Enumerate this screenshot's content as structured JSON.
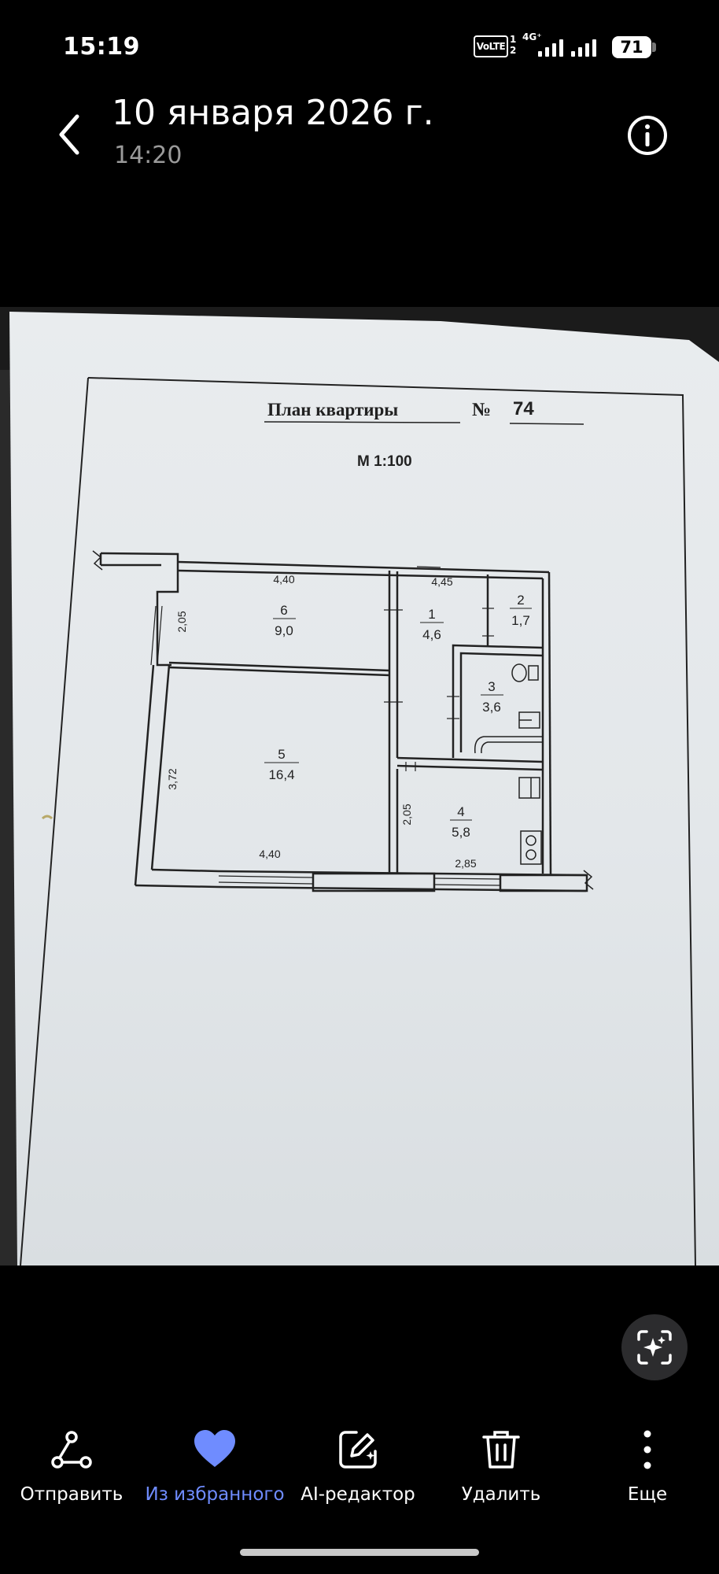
{
  "status": {
    "time": "15:19",
    "volte": "VoLTE",
    "sim_numbers": [
      "1",
      "2"
    ],
    "network": "4G⁺",
    "battery": "71"
  },
  "header": {
    "title": "10 января 2026 г.",
    "subtitle": "14:20"
  },
  "document": {
    "title": "План квартиры",
    "number_sign": "№",
    "number": "74",
    "scale": "М 1:100",
    "rooms": [
      {
        "num": "6",
        "area": "9,0"
      },
      {
        "num": "5",
        "area": "16,4"
      },
      {
        "num": "1",
        "area": "4,6"
      },
      {
        "num": "2",
        "area": "1,7"
      },
      {
        "num": "3",
        "area": "3,6"
      },
      {
        "num": "4",
        "area": "5,8"
      }
    ],
    "dims": [
      "4,40",
      "4,45",
      "2,05",
      "3,72",
      "4,40",
      "2,05",
      "2,85"
    ]
  },
  "toolbar": {
    "share": "Отправить",
    "favorite": "Из избранного",
    "ai_editor": "AI-редактор",
    "delete": "Удалить",
    "more": "Еще"
  },
  "colors": {
    "background": "#000000",
    "accent": "#6f8cff",
    "paper": "#e4e8ea"
  }
}
